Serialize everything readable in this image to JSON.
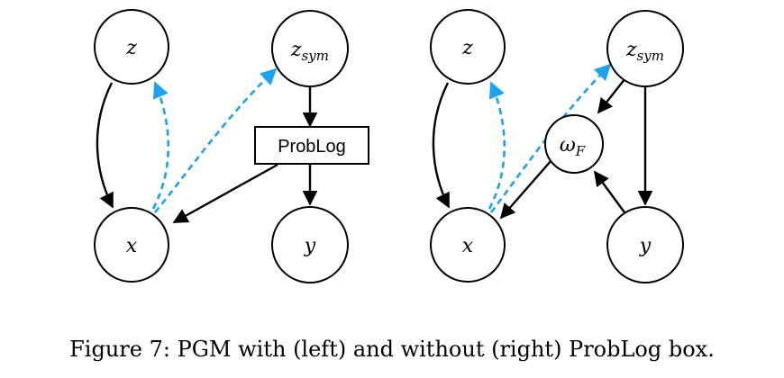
{
  "diagram": {
    "left": {
      "nodes": {
        "z": "z",
        "zsym_main": "z",
        "zsym_sub": "sym",
        "x": "x",
        "y": "y"
      },
      "box": "ProbLog"
    },
    "right": {
      "nodes": {
        "z": "z",
        "zsym_main": "z",
        "zsym_sub": "sym",
        "omega_main": "ω",
        "omega_sub": "F",
        "x": "x",
        "y": "y"
      }
    }
  },
  "colors": {
    "solid_edge": "#000000",
    "dashed_edge": "#1aa3f0"
  },
  "caption": "Figure 7: PGM with (left) and without (right) ProbLog box."
}
